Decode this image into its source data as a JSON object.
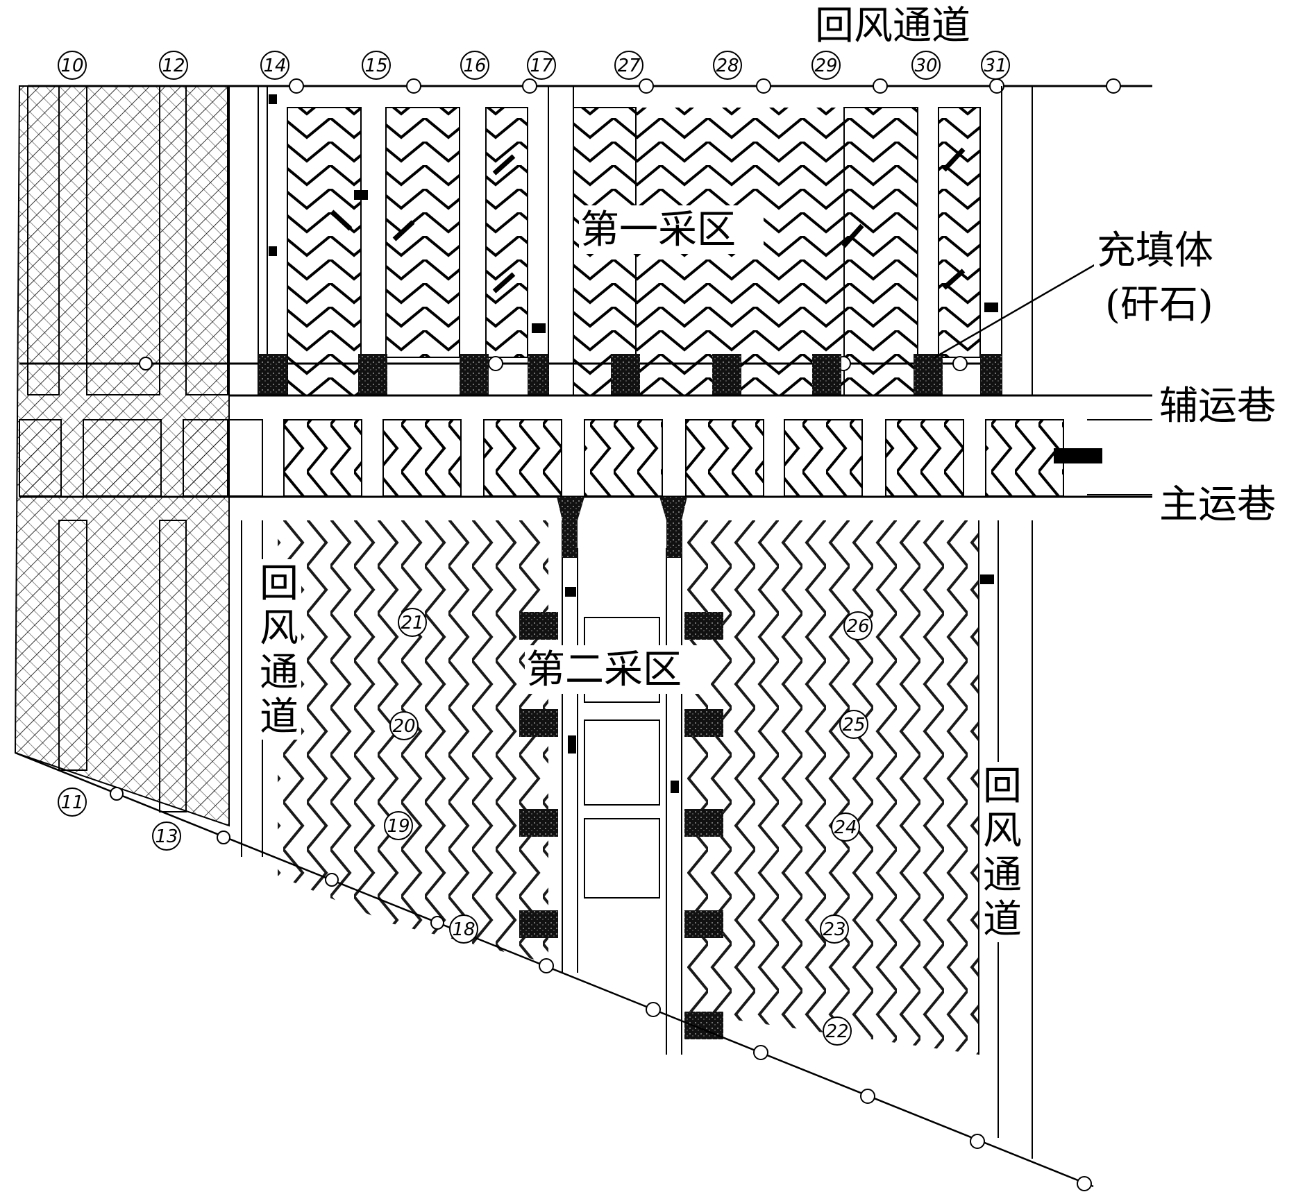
{
  "labels": {
    "return_air_top": "回风通道",
    "mining_area_1": "第一采区",
    "mining_area_2": "第二采区",
    "filling_body": "充填体",
    "filling_body_material": "(矸石)",
    "aux_roadway": "辅运巷",
    "main_roadway": "主运巷",
    "return_air_left": [
      "回",
      "风",
      "通",
      "道"
    ],
    "return_air_right": [
      "回",
      "风",
      "通",
      "道"
    ]
  },
  "point_numbers": [
    "10",
    "12",
    "14",
    "15",
    "16",
    "17",
    "27",
    "28",
    "29",
    "30",
    "31",
    "11",
    "13",
    "21",
    "20",
    "19",
    "18",
    "26",
    "25",
    "24",
    "23",
    "22"
  ],
  "colors": {
    "line": "#000000",
    "fill_body": "#111111",
    "background": "#ffffff"
  }
}
